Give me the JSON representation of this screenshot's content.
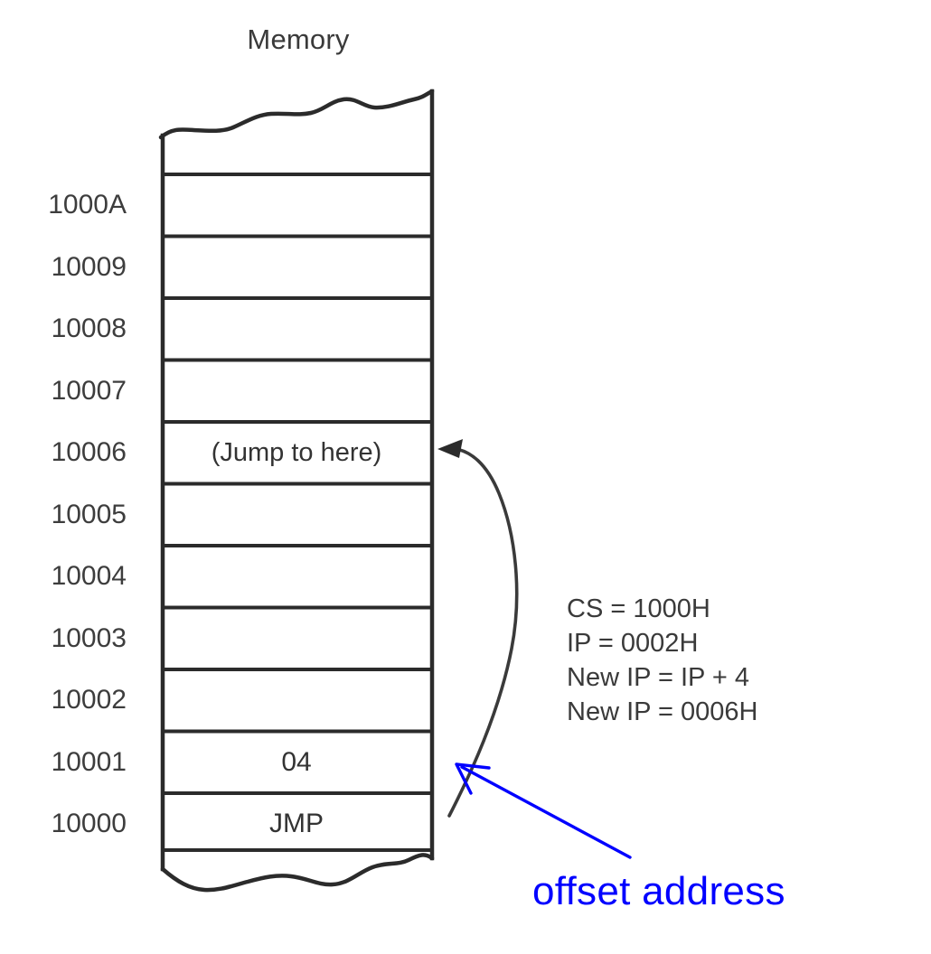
{
  "diagram": {
    "title": "Memory",
    "columns": {
      "address_header": "",
      "content_header": ""
    },
    "rows": [
      {
        "address": "1000A",
        "content": ""
      },
      {
        "address": "10009",
        "content": ""
      },
      {
        "address": "10008",
        "content": ""
      },
      {
        "address": "10007",
        "content": ""
      },
      {
        "address": "10006",
        "content": "(Jump to here)"
      },
      {
        "address": "10005",
        "content": ""
      },
      {
        "address": "10004",
        "content": ""
      },
      {
        "address": "10003",
        "content": ""
      },
      {
        "address": "10002",
        "content": ""
      },
      {
        "address": "10001",
        "content": "04"
      },
      {
        "address": "10000",
        "content": "JMP"
      }
    ],
    "notes": [
      "CS = 1000H",
      "IP = 0002H",
      "New IP = IP + 4",
      "New IP = 0006H"
    ],
    "annotation": {
      "label": "offset address",
      "color": "#0000ff"
    },
    "colors": {
      "ink": "#333333",
      "label_ink": "#3d3d3d",
      "annotation": "#0000ff",
      "background": "#ffffff"
    }
  }
}
